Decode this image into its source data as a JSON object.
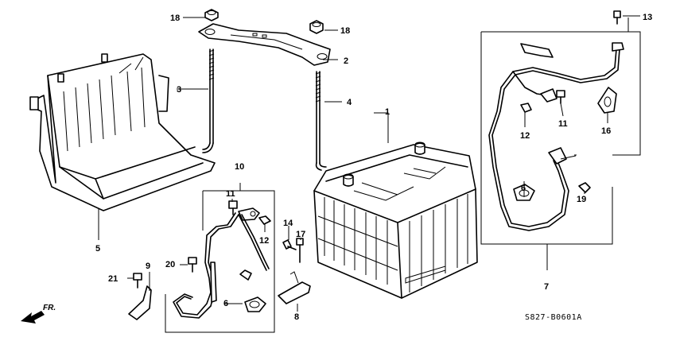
{
  "diagram_code": "S827-B0601A",
  "direction_label": "FR.",
  "callouts": {
    "c1": "1",
    "c2": "2",
    "c3": "3",
    "c4": "4",
    "c5": "5",
    "c6a": "6",
    "c6b": "6",
    "c7": "7",
    "c8": "8",
    "c9": "9",
    "c10": "10",
    "c11a": "11",
    "c11b": "11",
    "c12a": "12",
    "c12b": "12",
    "c13": "13",
    "c14": "14",
    "c16": "16",
    "c17": "17",
    "c18a": "18",
    "c18b": "18",
    "c19": "19",
    "c20": "20",
    "c21": "21"
  }
}
